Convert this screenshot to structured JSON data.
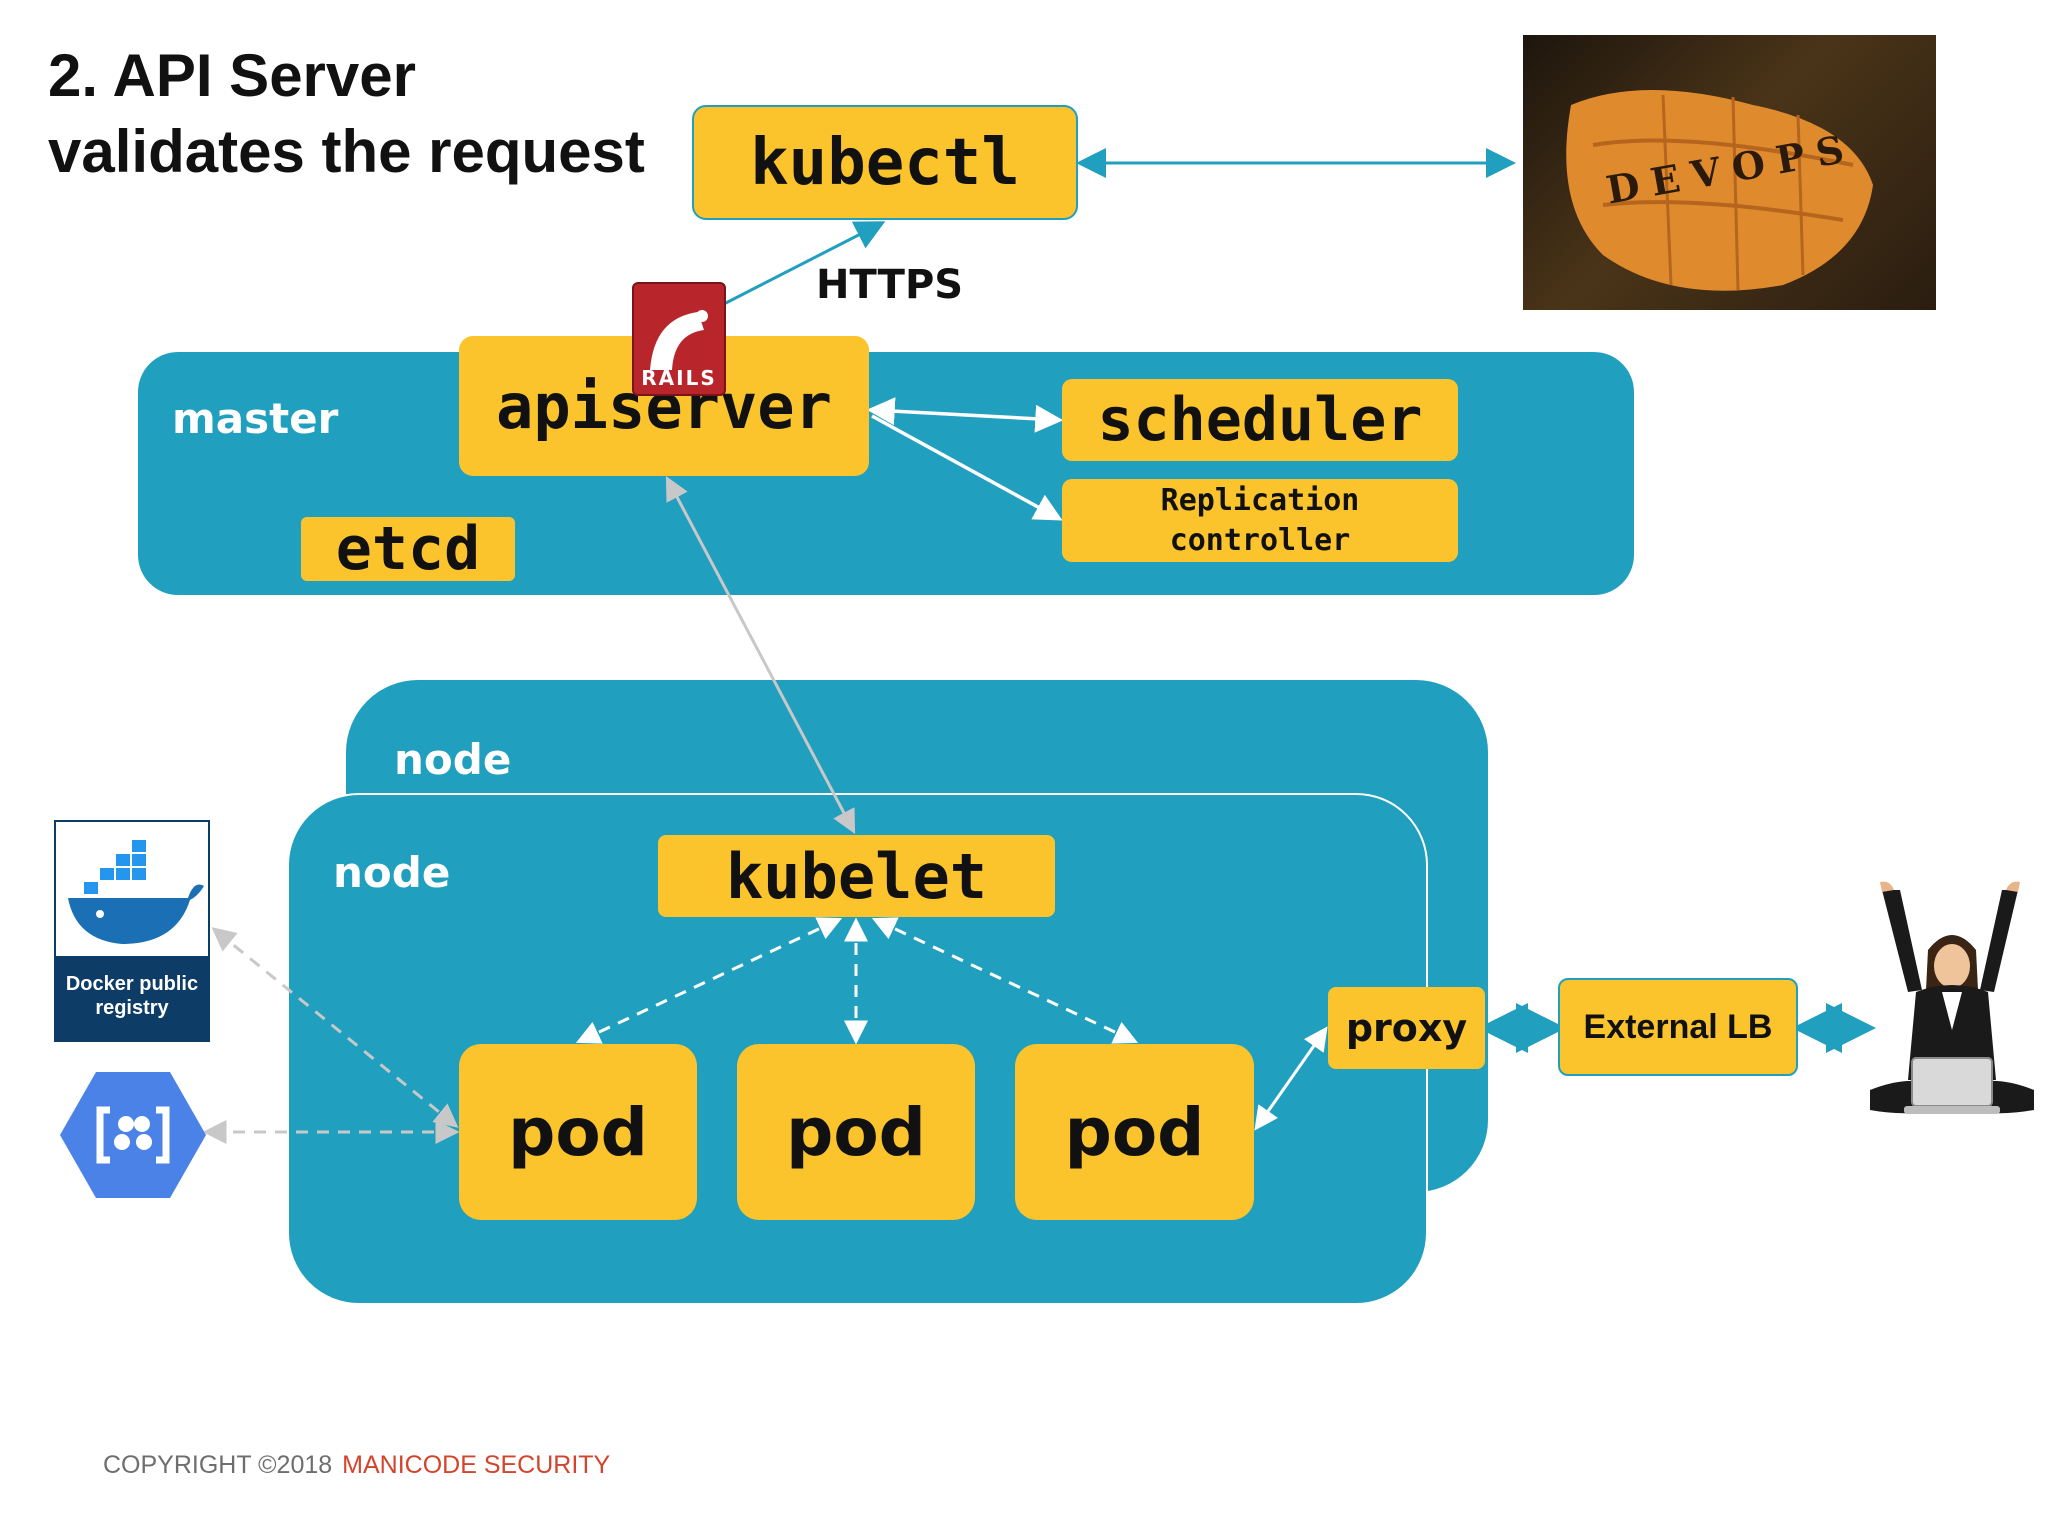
{
  "slide": {
    "title_line1": "2. API Server",
    "title_line2": "validates the request"
  },
  "boxes": {
    "kubectl": "kubectl",
    "apiserver": "apiserver",
    "scheduler": "scheduler",
    "replication_controller_line1": "Replication",
    "replication_controller_line2": "controller",
    "etcd": "etcd",
    "kubelet": "kubelet",
    "pod_1": "pod",
    "pod_2": "pod",
    "pod_3": "pod",
    "proxy": "proxy",
    "external_lb": "External LB"
  },
  "panels": {
    "master": "master",
    "node_back": "node",
    "node_front": "node"
  },
  "edges": {
    "kubectl_apiserver_label": "HTTPS"
  },
  "images": {
    "rails_badge": "RAILS",
    "devops_letters": [
      "D",
      "E",
      "V",
      "O",
      "P",
      "S"
    ],
    "docker_label_line1": "Docker public",
    "docker_label_line2": "registry"
  },
  "footer": {
    "copyright": "COPYRIGHT ©2018",
    "company": "MANICODE SECURITY"
  },
  "colors": {
    "panel": "#219fbf",
    "box": "#fcc42c",
    "arrow": "#219fbf",
    "brand": "#d2452c"
  }
}
